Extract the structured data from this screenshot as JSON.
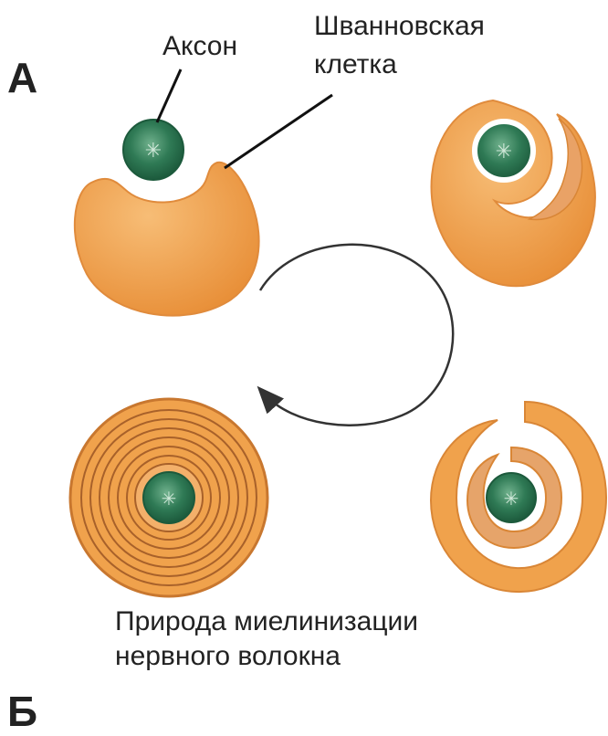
{
  "panel_label_a": "А",
  "panel_label_b": "Б",
  "labels": {
    "axon": "Аксон",
    "schwann_line1": "Шванновская",
    "schwann_line2": "клетка"
  },
  "caption": {
    "line1": "Природа миелинизации",
    "line2": "нервного волокна"
  },
  "colors": {
    "schwann_cell": "#f0a24c",
    "schwann_dark": "#d98636",
    "sheath_ring": "#a8612a",
    "axon": "#2f7a55",
    "axon_dark": "#1c5a3c",
    "arrow": "#333333"
  }
}
